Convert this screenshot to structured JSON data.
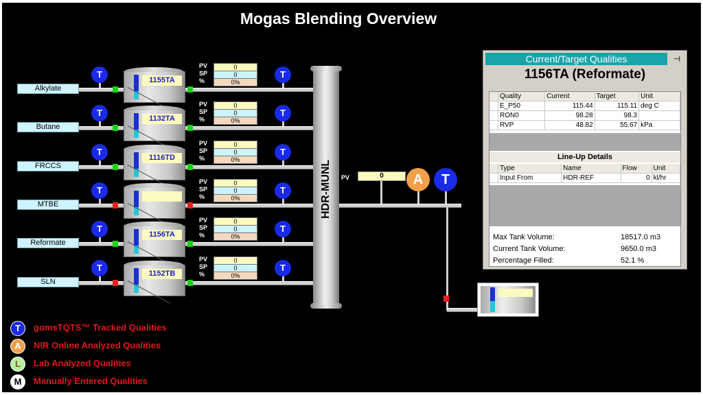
{
  "title": "Mogas Blending Overview",
  "sources": [
    {
      "label": "Alkylate",
      "tank": "1155TA",
      "pv": "0",
      "sp": "0",
      "pct": "0%",
      "valve_in": "green",
      "valve_out": "green"
    },
    {
      "label": "Butane",
      "tank": "1132TA",
      "pv": "0",
      "sp": "0",
      "pct": "0%",
      "valve_in": "green",
      "valve_out": "green"
    },
    {
      "label": "FRCCS",
      "tank": "1116TD",
      "pv": "0",
      "sp": "0",
      "pct": "0%",
      "valve_in": "green",
      "valve_out": "green"
    },
    {
      "label": "MTBE",
      "tank": "",
      "pv": "0",
      "sp": "0",
      "pct": "0%",
      "valve_in": "red",
      "valve_out": "red"
    },
    {
      "label": "Reformate",
      "tank": "1156TA",
      "pv": "0",
      "sp": "0",
      "pct": "0%",
      "valve_in": "green",
      "valve_out": "green"
    },
    {
      "label": "SLN",
      "tank": "1152TB",
      "pv": "0",
      "sp": "0",
      "pct": "0%",
      "valve_in": "red",
      "valve_out": "green"
    }
  ],
  "row_labels": {
    "pv": "PV",
    "sp": "SP",
    "pct": "%"
  },
  "badges": {
    "t": "T",
    "a": "A"
  },
  "header": {
    "label": "HDR-MUNL",
    "pv_label": "PV",
    "pv_value": "0"
  },
  "panel": {
    "title": "Current/Target Qualities",
    "pin": "⊣",
    "tank_name": "1156TA (Reformate)",
    "qualities_headers": [
      "Quality",
      "Current",
      "Target",
      "Unit"
    ],
    "qualities": [
      [
        "E_P50",
        "115.44",
        "115.11",
        "deg C"
      ],
      [
        "RON0",
        "98.28",
        "98.3",
        ""
      ],
      [
        "RVP",
        "48.82",
        "55.67",
        "kPa"
      ]
    ],
    "lineup_title": "Line-Up Details",
    "lineup_headers": [
      "Type",
      "Name",
      "Flow",
      "Unit"
    ],
    "lineup": [
      [
        "Input From",
        "HDR-REF",
        "0",
        "kl/hr"
      ]
    ],
    "max_volume_label": "Max Tank Volume:",
    "max_volume": "18517.0 m3",
    "current_volume_label": "Current Tank Volume:",
    "current_volume": "9650.0 m3",
    "pct_label": "Percentage Filled:",
    "pct_value": "52.1 %"
  },
  "legend": [
    {
      "letter": "T",
      "text": "gomsTQTS™ Tracked Qualities",
      "color": "#1a2be8",
      "fg": "#ffffff"
    },
    {
      "letter": "A",
      "text": "NIR Online Analyzed Qualities",
      "color": "#f2a14a",
      "fg": "#ffffff"
    },
    {
      "letter": "L",
      "text": "Lab Analyzed Qualities",
      "color": "#b9ef9e",
      "fg": "#7a5a2a"
    },
    {
      "letter": "M",
      "text": "Manually Entered Qualities",
      "color": "#ffffff",
      "fg": "#000000"
    }
  ]
}
